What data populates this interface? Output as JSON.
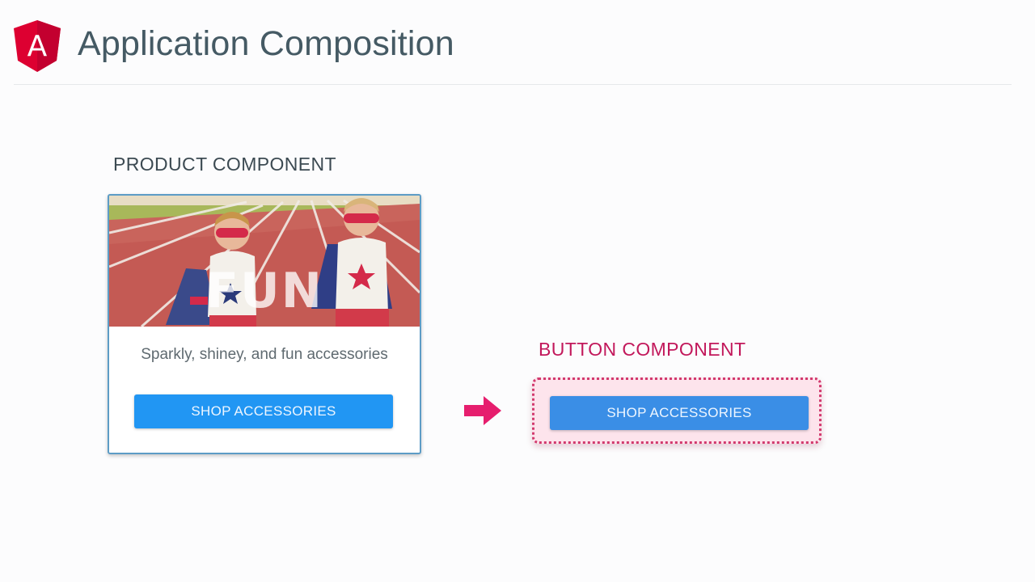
{
  "header": {
    "title": "Application Composition",
    "logo_icon": "angular-logo-icon",
    "logo_letter": "A"
  },
  "product_section": {
    "label": "PRODUCT COMPONENT",
    "card": {
      "image_icon": "kids-superhero-photo",
      "image_text": "FUN",
      "description": "Sparkly, shiney, and fun accessories",
      "button_label": "SHOP ACCESSORIES"
    }
  },
  "arrow_icon": "right-arrow-icon",
  "button_section": {
    "label": "BUTTON COMPONENT",
    "button_label": "SHOP ACCESSORIES"
  },
  "colors": {
    "angular_red": "#dd0031",
    "button_blue": "#2196f3",
    "accent_pink": "#c2185b",
    "highlight_bg": "#fde4ec"
  }
}
